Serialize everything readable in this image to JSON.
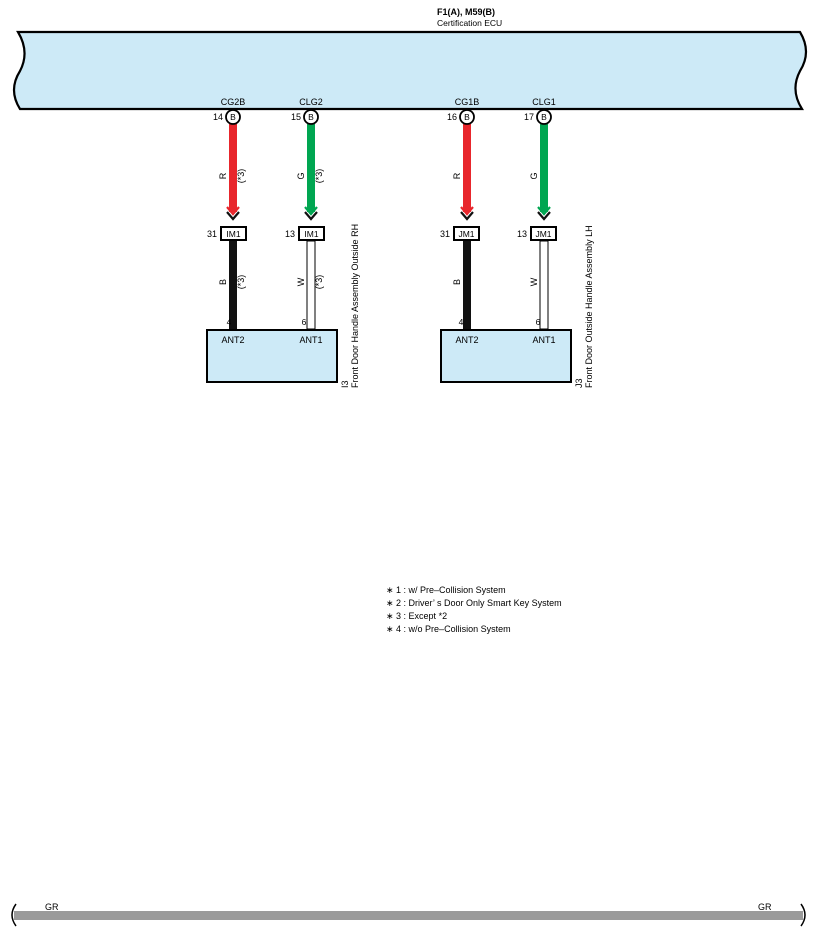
{
  "ecu": {
    "connector": "F1(A), M59(B)",
    "name": "Certification ECU",
    "fill": "#cdeaf7"
  },
  "pins": [
    {
      "name": "CG2B",
      "num": "14",
      "conn": "B"
    },
    {
      "name": "CLG2",
      "num": "15",
      "conn": "B"
    },
    {
      "name": "CG1B",
      "num": "16",
      "conn": "B"
    },
    {
      "name": "CLG1",
      "num": "17",
      "conn": "B"
    }
  ],
  "upper_wires": [
    {
      "color_code": "R",
      "note": "(*3)",
      "color": "#e8262c"
    },
    {
      "color_code": "G",
      "note": "(*3)",
      "color": "#00a651"
    },
    {
      "color_code": "R",
      "note": "",
      "color": "#e8262c"
    },
    {
      "color_code": "G",
      "note": "",
      "color": "#00a651"
    }
  ],
  "junctions": [
    {
      "pin": "31",
      "conn": "IM1"
    },
    {
      "pin": "13",
      "conn": "IM1"
    },
    {
      "pin": "31",
      "conn": "JM1"
    },
    {
      "pin": "13",
      "conn": "JM1"
    }
  ],
  "lower_wires": [
    {
      "color_code": "B",
      "note": "(*3)",
      "color": "#111111"
    },
    {
      "color_code": "W",
      "note": "(*3)",
      "color": "#ffffff"
    },
    {
      "color_code": "B",
      "note": "",
      "color": "#111111"
    },
    {
      "color_code": "W",
      "note": "",
      "color": "#ffffff"
    }
  ],
  "components": [
    {
      "id": "I3",
      "name": "Front Door Handle Assembly Outside RH",
      "pin_a_num": "4",
      "pin_a": "ANT2",
      "pin_b_num": "6",
      "pin_b": "ANT1"
    },
    {
      "id": "J3",
      "name": "Front Door Outside Handle Assembly LH",
      "pin_a_num": "4",
      "pin_a": "ANT2",
      "pin_b_num": "6",
      "pin_b": "ANT1"
    }
  ],
  "notes": [
    "∗ 1 : w/ Pre–Collision System",
    "∗ 2 : Driver’ s Door Only Smart Key System",
    "∗ 3 : Except *2",
    "∗ 4 : w/o Pre–Collision System"
  ],
  "ground_bus": {
    "left_label": "GR",
    "right_label": "GR",
    "color": "#9a9a9a"
  }
}
